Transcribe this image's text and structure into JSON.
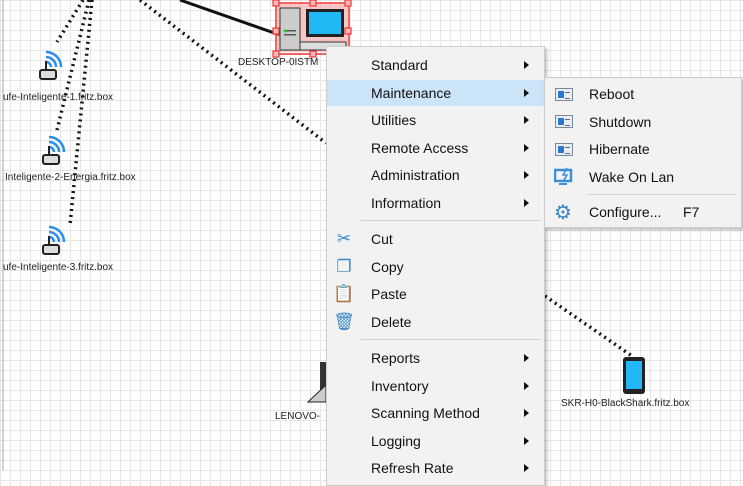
{
  "nodes": {
    "desktop": "DESKTOP-0ISTM",
    "plug1": "ufe-Inteligente-1.fritz.box",
    "plug2": "Inteligente-2-Energia.fritz.box",
    "plug3": "ufe-Inteligente-3.fritz.box",
    "lenovo": "LENOVO-",
    "phone": "SKR-H0-BlackShark.fritz.box"
  },
  "context_menu": {
    "groups": [
      [
        {
          "label": "Standard",
          "submenu": true
        },
        {
          "label": "Maintenance",
          "submenu": true,
          "highlighted": true
        },
        {
          "label": "Utilities",
          "submenu": true
        },
        {
          "label": "Remote Access",
          "submenu": true
        },
        {
          "label": "Administration",
          "submenu": true
        },
        {
          "label": "Information",
          "submenu": true
        }
      ],
      [
        {
          "label": "Cut",
          "icon": "scissors-icon"
        },
        {
          "label": "Copy",
          "icon": "copy-icon"
        },
        {
          "label": "Paste",
          "icon": "paste-icon"
        },
        {
          "label": "Delete",
          "icon": "trash-icon"
        }
      ],
      [
        {
          "label": "Reports",
          "submenu": true
        },
        {
          "label": "Inventory",
          "submenu": true
        },
        {
          "label": "Scanning Method",
          "submenu": true
        },
        {
          "label": "Logging",
          "submenu": true
        },
        {
          "label": "Refresh Rate",
          "submenu": true
        }
      ]
    ]
  },
  "maintenance_submenu": {
    "items": [
      {
        "label": "Reboot",
        "icon": "window-icon"
      },
      {
        "label": "Shutdown",
        "icon": "window-icon"
      },
      {
        "label": "Hibernate",
        "icon": "window-icon"
      },
      {
        "label": "Wake On Lan",
        "icon": "wake-on-lan-icon"
      }
    ],
    "configure": {
      "label": "Configure...",
      "shortcut": "F7",
      "icon": "gear-icon"
    }
  }
}
